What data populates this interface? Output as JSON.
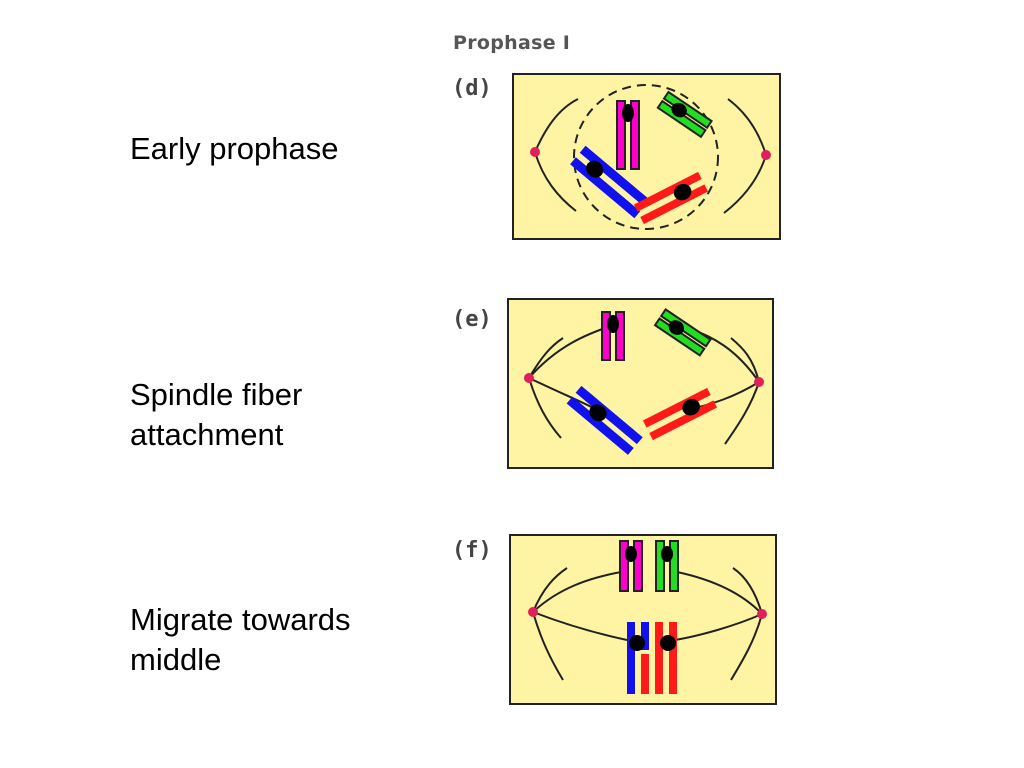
{
  "diagram": {
    "heading": "Prophase I",
    "stages": [
      {
        "label": "(d)",
        "caption": "Early prophase"
      },
      {
        "label": "(e)",
        "caption": "Spindle fiber\nattachment"
      },
      {
        "label": "(f)",
        "caption": "Migrate towards\nmiddle"
      }
    ]
  },
  "colors": {
    "cell_fill": "#FFF4A3",
    "cell_border": "#222222",
    "pole": "#E0205A",
    "chrom_magenta": "#FF00CC",
    "chrom_green": "#22DD22",
    "chrom_blue": "#1111EE",
    "chrom_red": "#FF1A1A",
    "centromere": "#000000"
  },
  "icons": [
    "centrosome-pole-icon",
    "nuclear-envelope-icon",
    "chromosome-pair-icon",
    "spindle-fiber-icon"
  ]
}
